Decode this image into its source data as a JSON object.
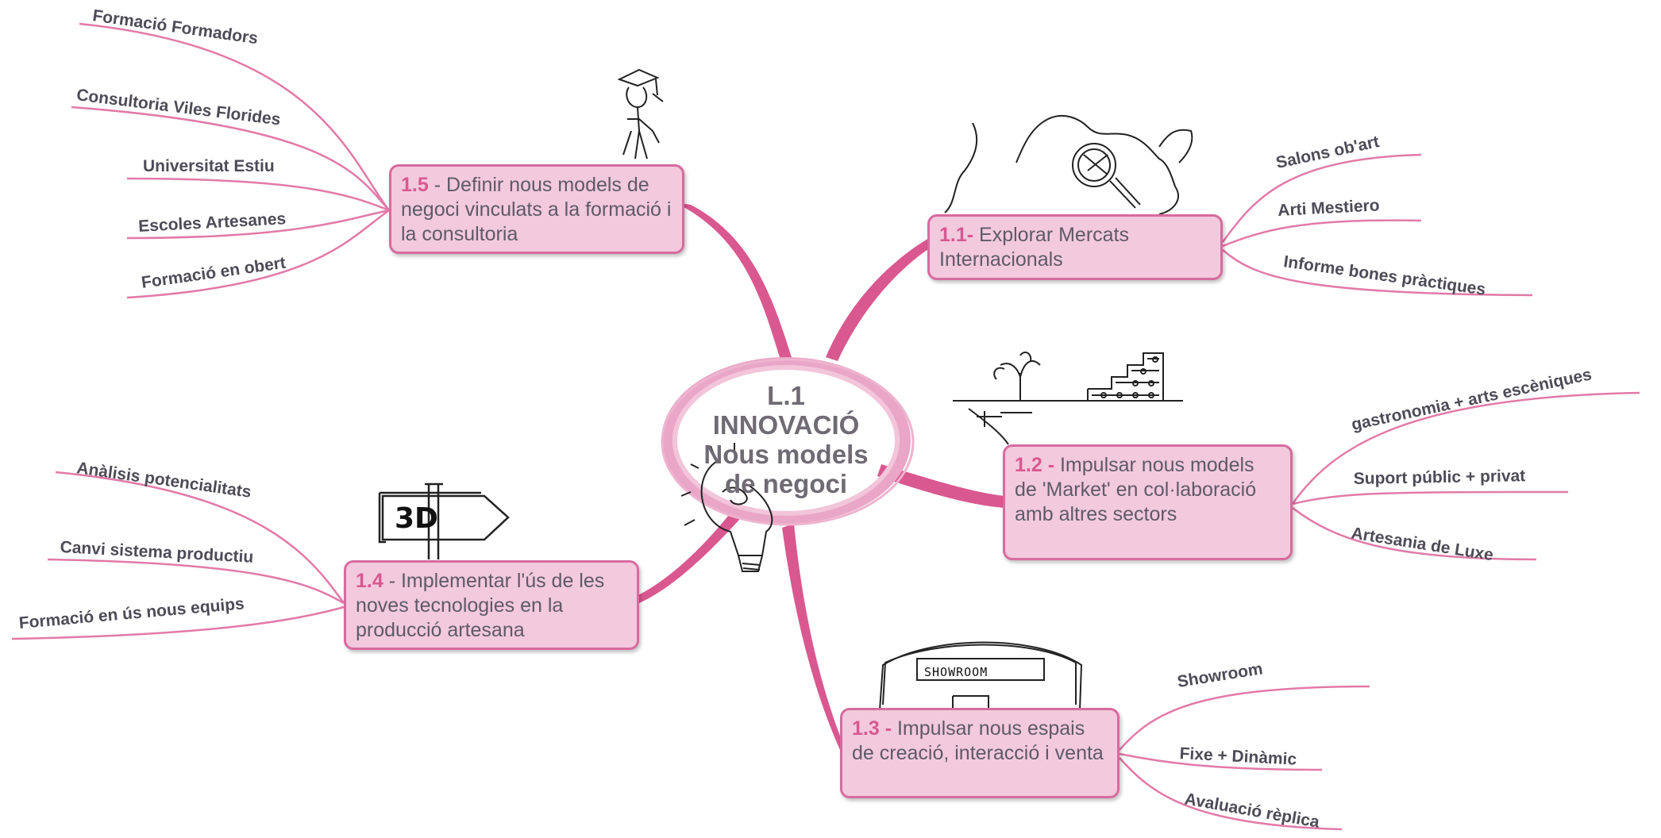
{
  "center": {
    "code": "L.1",
    "title": "INNOVACIÓ",
    "subtitle_line1": "Nous models",
    "subtitle_line2": "de negoci"
  },
  "branches": {
    "b11": {
      "num": "1.1-",
      "text": "Explorar Mercats Internacionals",
      "leaves": [
        "Salons ob'art",
        "Arti Mestiero",
        "Informe bones pràctiques"
      ]
    },
    "b12": {
      "num": "1.2 -",
      "text": "Impulsar nous models de 'Market' en col·laboració amb altres sectors",
      "leaves": [
        "gastronomia + arts escèniques",
        "Suport públic + privat",
        "Artesania de Luxe"
      ]
    },
    "b13": {
      "num": "1.3 -",
      "text": "Impulsar nous espais de creació, interacció i venta",
      "leaves": [
        "Showroom",
        "Fixe + Dinàmic",
        "Avaluació rèplica"
      ]
    },
    "b14": {
      "num": "1.4",
      "text": "- Implementar l'ús de les noves tecnologies en la producció artesana",
      "leaves": [
        "Anàlisis potencialitats",
        "Canvi sistema productiu",
        "Formació en ús nous equips"
      ]
    },
    "b15": {
      "num": "1.5",
      "text": "- Definir nous models de negoci vinculats a la formació i la consultoria",
      "leaves": [
        "Formació Formadors",
        "Consultoria Viles Florides",
        "Universitat Estiu",
        "Escoles Artesanes",
        "Formació en obert"
      ]
    }
  },
  "sketches": {
    "sign_label": "3D",
    "showroom_label": "SHOWROOM"
  },
  "colors": {
    "branch": "#d9588f",
    "leaf_line": "#e27aa8",
    "node_fill": "#f3c9de",
    "node_border": "#d76b9f",
    "center_ring": "#e9a6c6",
    "text": "#5e5a66"
  }
}
